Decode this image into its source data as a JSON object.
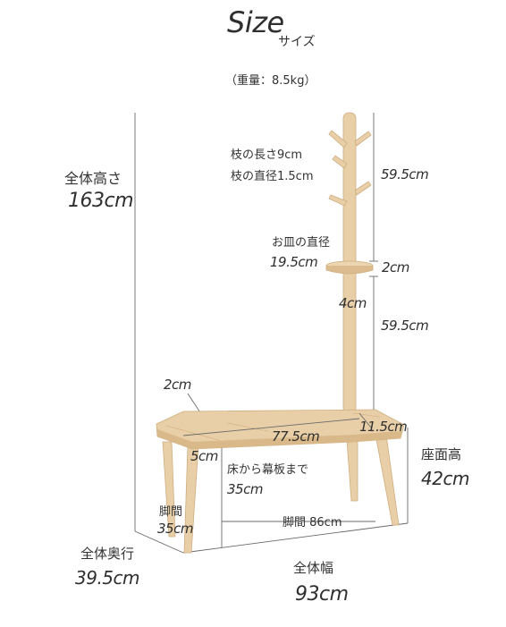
{
  "header": {
    "title_script": "Size",
    "title_jp": "サイズ",
    "weight": "（重量：8.5kg）"
  },
  "labels": {
    "total_height_label": "全体高さ",
    "total_height_value": "163cm",
    "branch_label_line1": "枝の長さ9cm",
    "branch_label_line2": "枝の直径1.5cm",
    "upper_height": "59.5cm",
    "plate_label": "お皿の直径",
    "plate_value": "19.5cm",
    "plate_thickness": "2cm",
    "pole_width": "4cm",
    "lower_height": "59.5cm",
    "seat_thickness_top": "2cm",
    "seat_length": "77.5cm",
    "seat_depth_right": "11.5cm",
    "apron_height": "5cm",
    "floor_to_apron_label": "床から幕板まで",
    "floor_to_apron_value": "35cm",
    "seat_height_label": "座面高",
    "seat_height_value": "42cm",
    "leg_gap_side_label": "脚間",
    "leg_gap_side_value": "35cm",
    "leg_gap_front": "脚間 86cm",
    "total_depth_label": "全体奥行",
    "total_depth_value": "39.5cm",
    "total_width_label": "全体幅",
    "total_width_value": "93cm"
  },
  "colors": {
    "wood": "#e8cfa7",
    "wood_dark": "#d6b486",
    "line": "#555555"
  }
}
